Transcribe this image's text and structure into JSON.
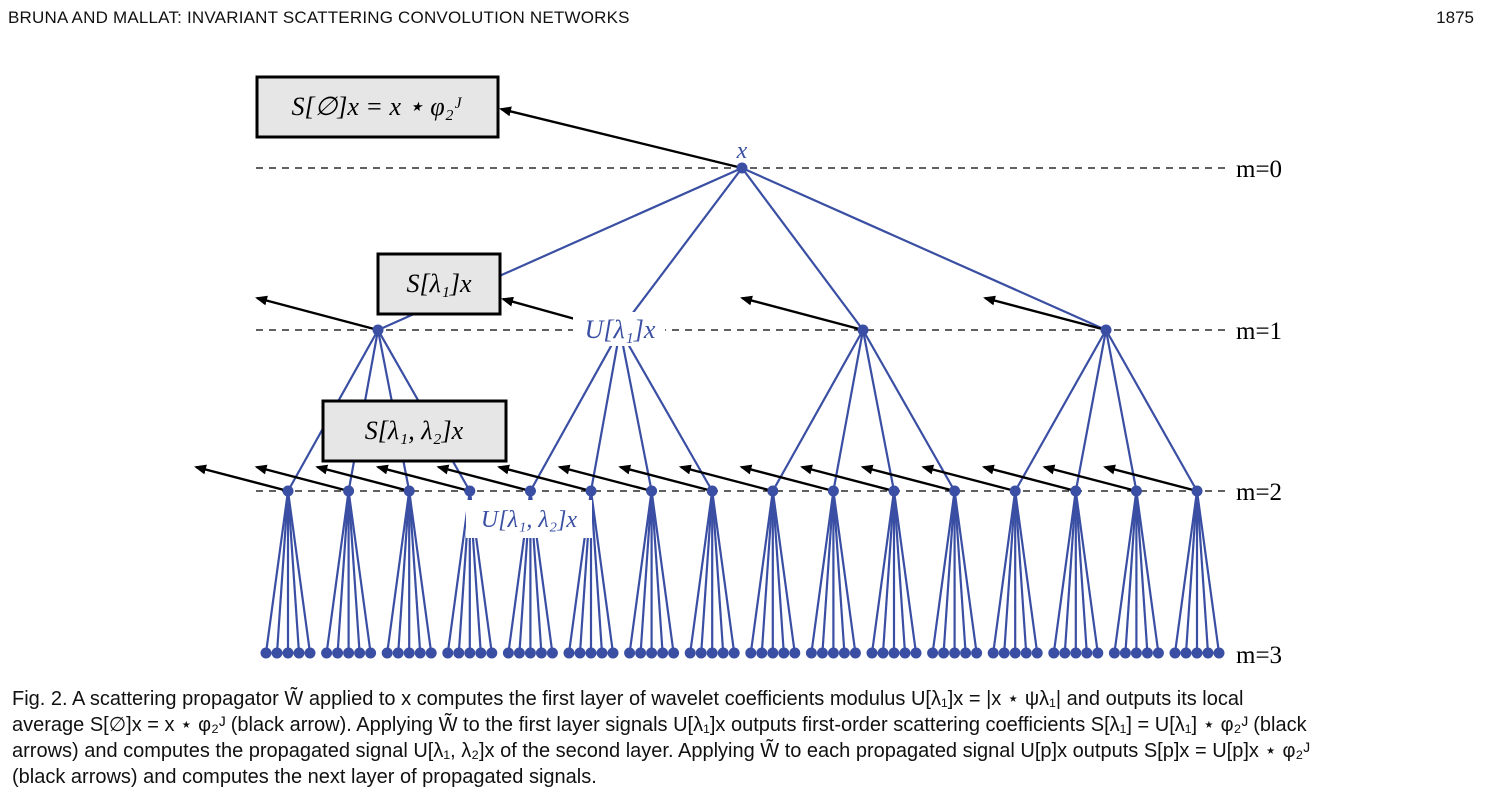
{
  "header": {
    "running_head": "BRUNA AND MALLAT: INVARIANT SCATTERING CONVOLUTION NETWORKS",
    "page_number": "1875"
  },
  "figure": {
    "root_label": "x",
    "level_labels": [
      "m=0",
      "m=1",
      "m=2",
      "m=3"
    ],
    "boxes": {
      "s_empty": "S[∅]x = x ⋆ φ₂ᴶ",
      "s_lambda1": "S[λ₁]x",
      "s_lambda1_lambda2": "S[λ₁, λ₂]x"
    },
    "node_labels": {
      "u_lambda1": "U[λ₁]x",
      "u_lambda1_lambda2": "U[λ₁, λ₂]x"
    },
    "colors": {
      "tree": "#3a4fa3",
      "arrows": "#000000",
      "box_fill": "#e6e6e6",
      "dashed": "#000000"
    }
  },
  "caption": {
    "lines": [
      "Fig. 2. A scattering propagator W̃ applied to x computes the first layer of wavelet coefficients modulus U[λ₁]x = |x ⋆ ψλ₁| and outputs its local",
      "average S[∅]x = x ⋆ φ₂ᴶ (black arrow). Applying W̃ to the first layer signals U[λ₁]x outputs first-order scattering coefficients S[λ₁] = U[λ₁] ⋆ φ₂ᴶ (black",
      "arrows) and computes the propagated signal U[λ₁, λ₂]x of the second layer. Applying W̃ to each propagated signal U[p]x outputs S[p]x = U[p]x ⋆ φ₂ᴶ",
      "(black arrows) and computes the next layer of propagated signals."
    ]
  }
}
